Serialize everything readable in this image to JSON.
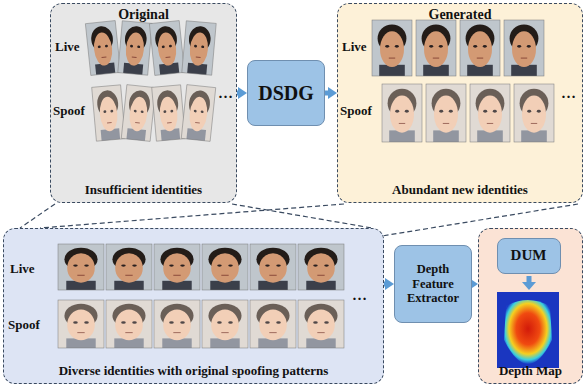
{
  "diagram": {
    "nodes": [
      {
        "text": [
          "Original",
          "Insufficient identities"
        ]
      },
      {
        "text": [
          "DSDG"
        ]
      },
      {
        "text": [
          "Generated",
          "Abundant new identities"
        ]
      },
      {
        "text": [
          "Diverse identities with original spoofing patterns"
        ]
      },
      {
        "text": [
          "Depth Feature Extractor"
        ]
      },
      {
        "text": [
          "Depth Map"
        ]
      },
      {
        "text": [
          "DUM"
        ],
        "in": 5
      }
    ],
    "edges": [
      {
        "from": 0,
        "to": 1,
        "arrow": "to"
      },
      {
        "from": 1,
        "to": 2,
        "arrow": "to"
      },
      {
        "from": 3,
        "to": 4,
        "arrow": "to"
      },
      {
        "from": 4,
        "to": 5,
        "arrow": "to"
      }
    ],
    "labels": [
      "Live",
      "Spoof",
      "…",
      "Live",
      "Spoof",
      "…",
      "Live",
      "Spoof",
      "…"
    ]
  }
}
